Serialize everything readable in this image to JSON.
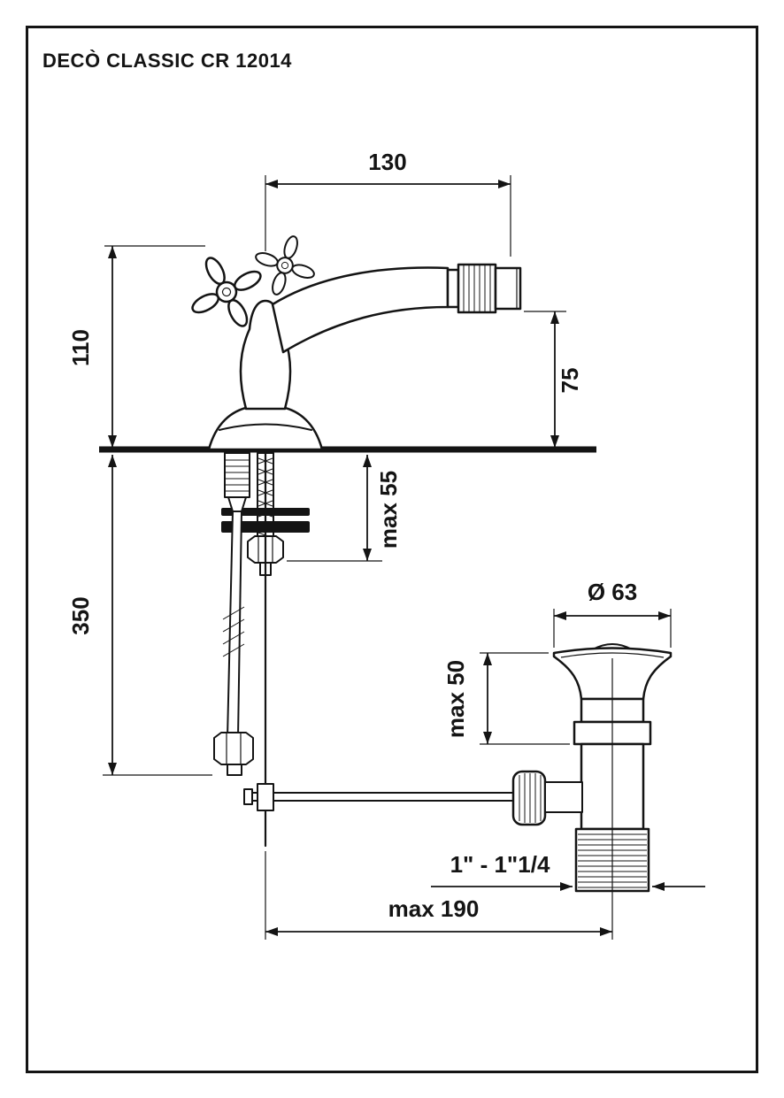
{
  "title": "DECÒ CLASSIC CR 12014",
  "colors": {
    "ink": "#141414",
    "background": "#ffffff"
  },
  "dims": {
    "overall_width": "130",
    "body_height": "110",
    "spout_height": "75",
    "max_deck_thickness": "max 55",
    "supply_length": "350",
    "drain_flange_diameter": "Ø 63",
    "drain_max_height": "max 50",
    "drain_thread": "1\" - 1\"1/4",
    "max_reach": "max 190"
  }
}
